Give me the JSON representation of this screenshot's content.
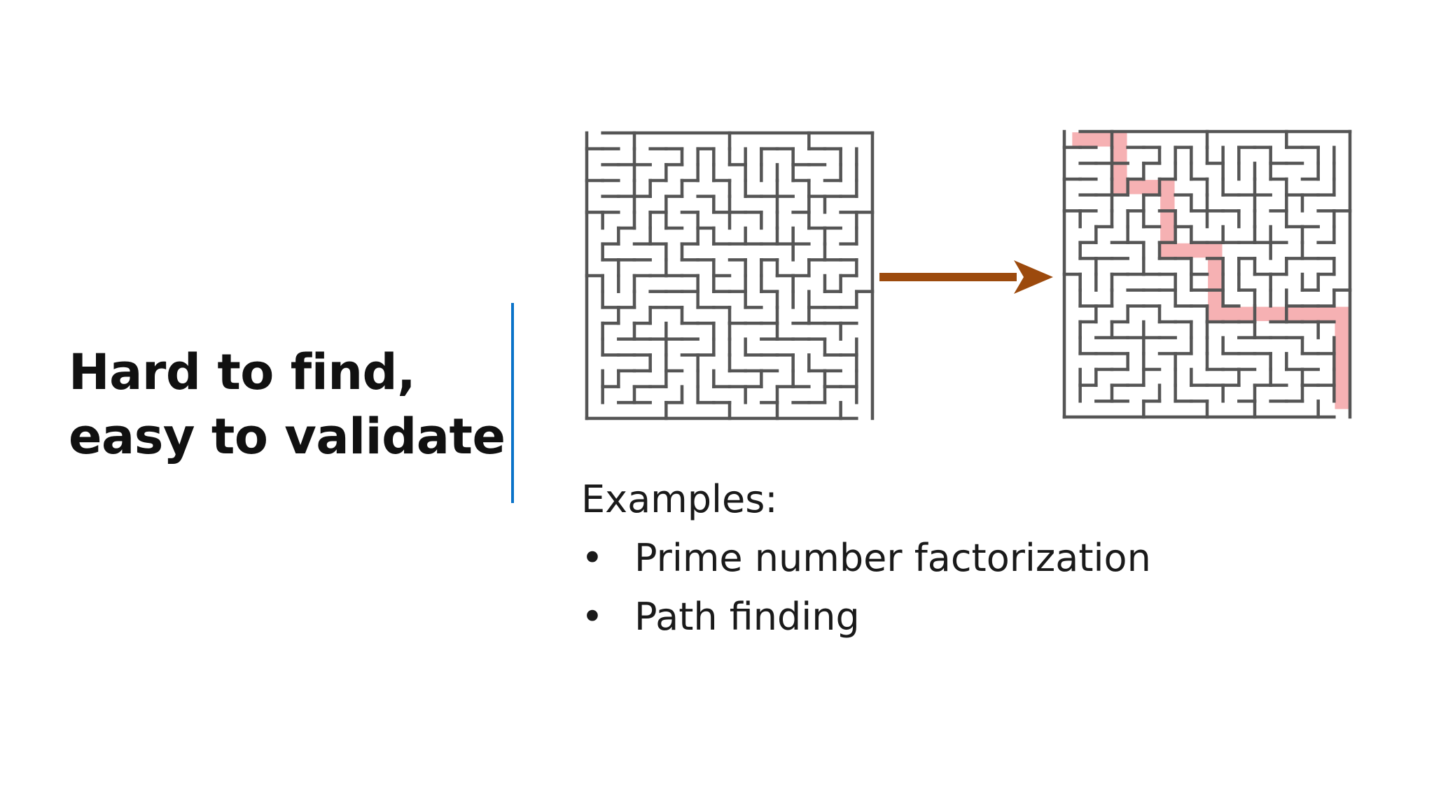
{
  "slide": {
    "title_lines": [
      "Hard to find,",
      "easy to validate"
    ],
    "accent_color": "#0a73c9",
    "arrow_color": "#9c4a0d",
    "path_color": "#f5a3a6",
    "maze_wall_color": "#555555",
    "illustration": {
      "unsolved_maze": "maze-image",
      "solved_maze": "maze-solved-image",
      "arrow": "right-arrow-icon"
    },
    "examples": {
      "heading": "Examples:",
      "bullet_glyph": "•",
      "items": [
        "Prime number factorization",
        "Path finding"
      ]
    }
  }
}
